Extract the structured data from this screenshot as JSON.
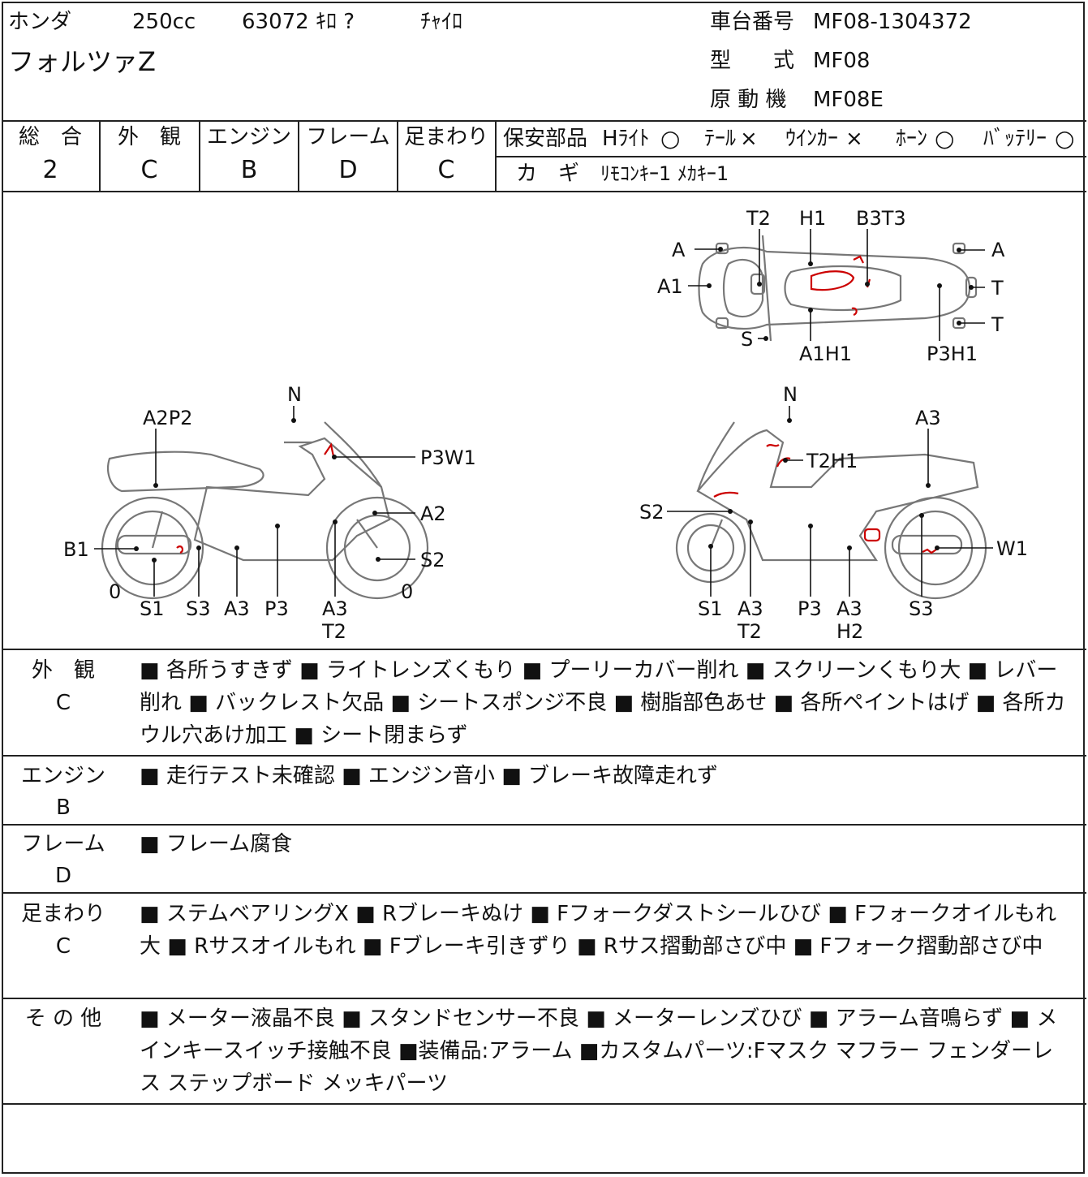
{
  "header": {
    "maker": "ホンダ",
    "displacement": "250cc",
    "mileage": "63072 ｷﾛ ?",
    "color": "ﾁｬｲﾛ",
    "model_name": "フォルツァZ",
    "frame_no_label": "車台番号",
    "frame_no": "MF08-1304372",
    "type_label": "型　　式",
    "type": "MF08",
    "engine_label": "原 動 機",
    "engine": "MF08E"
  },
  "ratings": [
    {
      "label": "総　合",
      "value": "2"
    },
    {
      "label": "外　観",
      "value": "C"
    },
    {
      "label": "エンジン",
      "value": "B"
    },
    {
      "label": "フレーム",
      "value": "D"
    },
    {
      "label": "足まわり",
      "value": "C"
    }
  ],
  "safety": {
    "label": "保安部品",
    "items": [
      {
        "name": "Hﾗｲﾄ",
        "mark": "○"
      },
      {
        "name": "ﾃｰﾙ",
        "mark": "×"
      },
      {
        "name": "ｳｲﾝｶｰ",
        "mark": "×"
      },
      {
        "name": "ﾎｰﾝ",
        "mark": "○"
      },
      {
        "name": "ﾊﾞｯﾃﾘｰ",
        "mark": "○"
      }
    ],
    "key_label": "カ　ギ",
    "key_value": "ﾘﾓｺﾝｷｰ1 ﾒｶｷｰ1"
  },
  "diagram": {
    "top": [
      "T2",
      "H1",
      "B3T3",
      "A",
      "A1",
      "S",
      "A1H1",
      "P3H1",
      "A",
      "T",
      "T"
    ],
    "left": [
      "N",
      "A2P2",
      "P3W1",
      "A2",
      "B1",
      "S2",
      "0",
      "0",
      "S1",
      "S3",
      "A3",
      "P3",
      "A3",
      "T2"
    ],
    "right": [
      "N",
      "A3",
      "T2H1",
      "S2",
      "W1",
      "S1",
      "A3",
      "T2",
      "P3",
      "A3",
      "H2",
      "S3"
    ]
  },
  "details": [
    {
      "label": "外　観",
      "grade": "C",
      "text": "■ 各所うすきず ■ ライトレンズくもり ■ プーリーカバー削れ ■ スクリーンくもり大 ■ レバー削れ ■ バックレスト欠品 ■ シートスポンジ不良 ■ 樹脂部色あせ ■ 各所ペイントはげ ■ 各所カウル穴あけ加工 ■ シート閉まらず"
    },
    {
      "label": "エンジン",
      "grade": "B",
      "text": "■ 走行テスト未確認 ■ エンジン音小 ■ ブレーキ故障走れず"
    },
    {
      "label": "フレーム",
      "grade": "D",
      "text": "■ フレーム腐食"
    },
    {
      "label": "足まわり",
      "grade": "C",
      "text": "■ ステムベアリングX ■ Rブレーキぬけ ■ Fフォークダストシールひび ■ Fフォークオイルもれ大 ■ Rサスオイルもれ ■ Fブレーキ引きずり ■ Rサス摺動部さび中 ■ Fフォーク摺動部さび中"
    },
    {
      "label": "そ の 他",
      "grade": "",
      "text": "■ メーター液晶不良 ■ スタンドセンサー不良 ■ メーターレンズひび ■ アラーム音鳴らず ■ メインキースイッチ接触不良 ■装備品:アラーム ■カスタムパーツ:Fマスク マフラー フェンダーレス ステップボード メッキパーツ"
    }
  ]
}
